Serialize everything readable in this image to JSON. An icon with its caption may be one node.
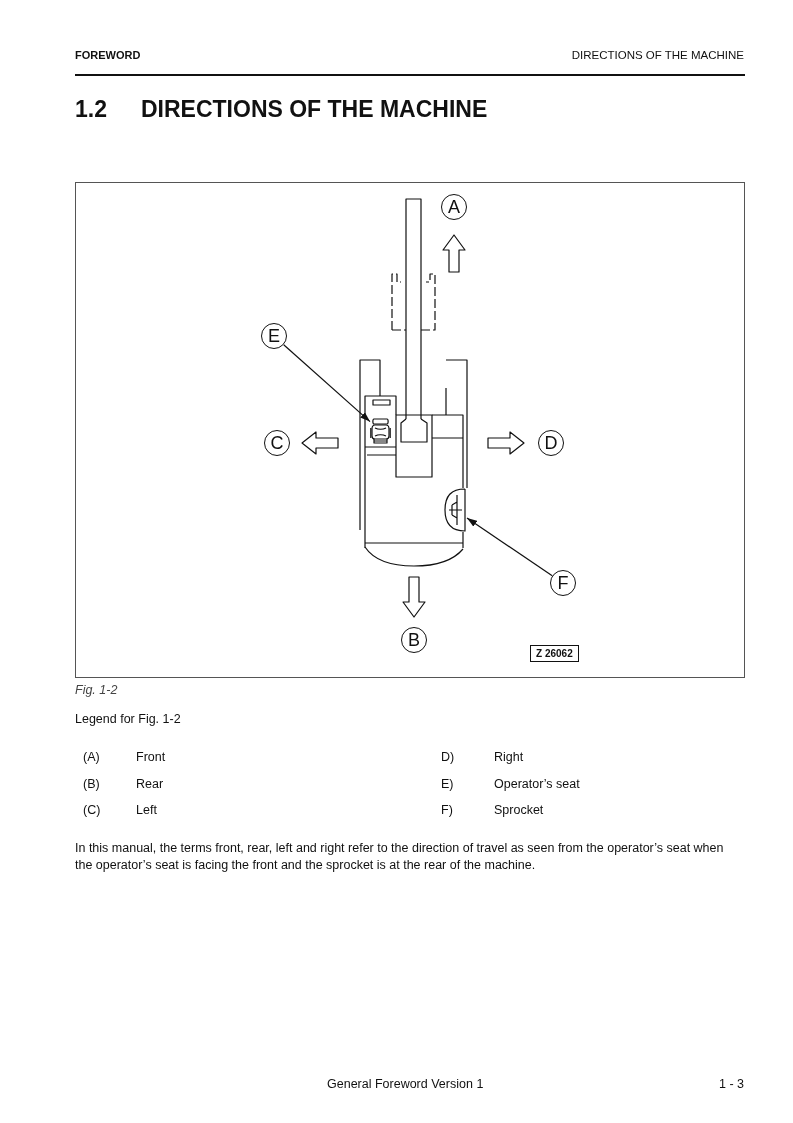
{
  "diagram": {
    "title": "1.2 DIRECTIONS OF THE MACHINE",
    "caption": "Fig. 1-2",
    "nodes": [
      {
        "text": [
          "A"
        ]
      },
      {
        "text": [
          "E"
        ]
      },
      {
        "text": [
          "C"
        ]
      },
      {
        "text": [
          "D"
        ]
      },
      {
        "text": [
          "F"
        ]
      },
      {
        "text": [
          "B"
        ]
      },
      {
        "text": [],
        "shape": "picture"
      },
      {
        "text": [],
        "shape": "picture"
      }
    ],
    "edges": [
      {
        "from": 1,
        "to": 6,
        "arrow": "to"
      },
      {
        "from": 4,
        "to": 7,
        "arrow": "to"
      }
    ],
    "labels": [
      "FOREWORD",
      "DIRECTIONS OF THE MACHINE",
      "Z 26062",
      "Legend for Fig. 1-2",
      "(A)",
      "Front",
      "D)",
      "Right",
      "(B)",
      "Rear",
      "E)",
      "Operator’s seat",
      "(C)",
      "Left",
      "F)",
      "Sprocket",
      "In this manual, the terms front, rear, left and right refer to the direction of travel as seen from the operator’s seat when the operator’s seat is facing the front and the sprocket is at the rear of the machine.",
      "General Foreword Version 1",
      "1 - 3"
    ]
  }
}
